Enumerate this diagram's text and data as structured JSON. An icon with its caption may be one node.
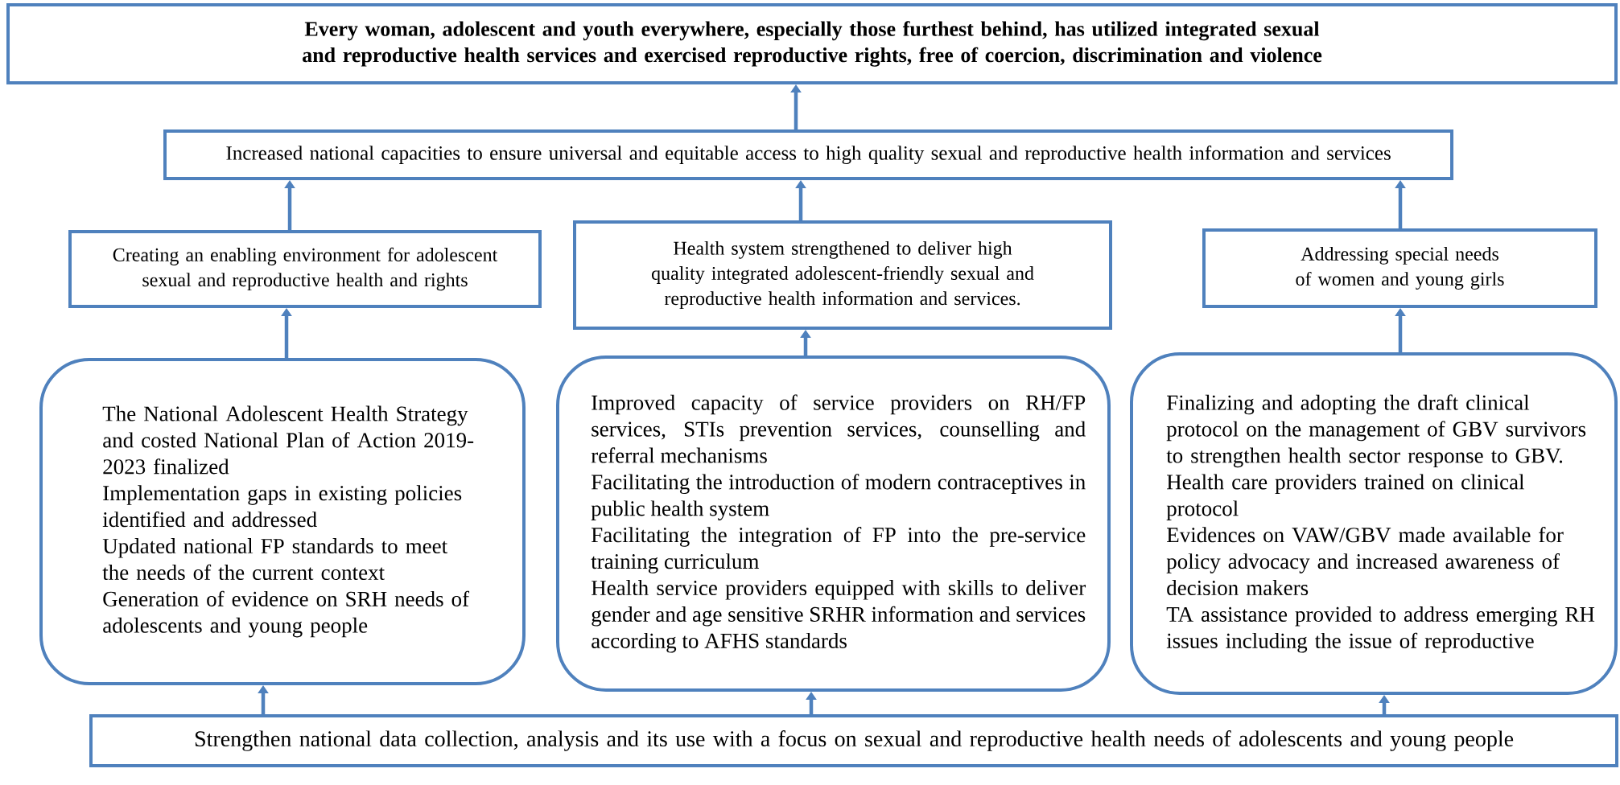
{
  "diagram": {
    "nodes": [
      {
        "text": [
          "Every woman, adolescent and youth everywhere, especially those furthest behind, has utilized integrated sexual and reproductive health services and exercised reproductive rights, free of coercion, discrimination and violence"
        ]
      },
      {
        "text": [
          "Increased national capacities to ensure universal and equitable access to high quality sexual and reproductive health information and services"
        ]
      },
      {
        "text": [
          "Creating an enabling environment for adolescent sexual and reproductive health and rights"
        ]
      },
      {
        "text": [
          "Health system strengthened to deliver high quality integrated adolescent-friendly sexual and reproductive health information and services."
        ]
      },
      {
        "text": [
          "Addressing special needs of women and young girls"
        ]
      },
      {
        "text": [
          "The National Adolescent Health Strategy and costed National Plan of Action 2019-2023 finalized",
          "Implementation gaps in existing policies identified and addressed",
          "Updated national FP standards to meet the needs of the current context",
          "Generation of evidence on SRH needs of adolescents and young people"
        ]
      },
      {
        "text": [
          "Improved capacity of service providers on RH/FP services, STIs prevention services, counselling and referral mechanisms",
          "Facilitating the introduction of modern contraceptives in public health system",
          "Facilitating the integration of FP into the pre-service training curriculum",
          "Health service providers equipped with skills to deliver gender and age sensitive SRHR information and services according to AFHS standards"
        ]
      },
      {
        "text": [
          "Finalizing and adopting the draft clinical protocol on the management of GBV survivors to strengthen health sector response to GBV.",
          "Health care providers trained on clinical protocol",
          "Evidences on VAW/GBV made available for policy advocacy and increased awareness of decision makers",
          "TA assistance provided to address emerging RH issues including the issue of reproductive"
        ]
      },
      {
        "text": [
          "Strengthen national data collection, analysis and its use with a focus on sexual and reproductive health needs of adolescents and young people"
        ]
      }
    ],
    "edges": [
      {
        "from": 1,
        "to": 0,
        "arrow": "to"
      },
      {
        "from": 2,
        "to": 1,
        "arrow": "to"
      },
      {
        "from": 3,
        "to": 1,
        "arrow": "to"
      },
      {
        "from": 4,
        "to": 1,
        "arrow": "to"
      },
      {
        "from": 5,
        "to": 2,
        "arrow": "to"
      },
      {
        "from": 6,
        "to": 3,
        "arrow": "to"
      },
      {
        "from": 7,
        "to": 4,
        "arrow": "to"
      },
      {
        "from": 8,
        "to": 5,
        "arrow": "to"
      },
      {
        "from": 8,
        "to": 6,
        "arrow": "to"
      },
      {
        "from": 8,
        "to": 7,
        "arrow": "to"
      }
    ]
  }
}
